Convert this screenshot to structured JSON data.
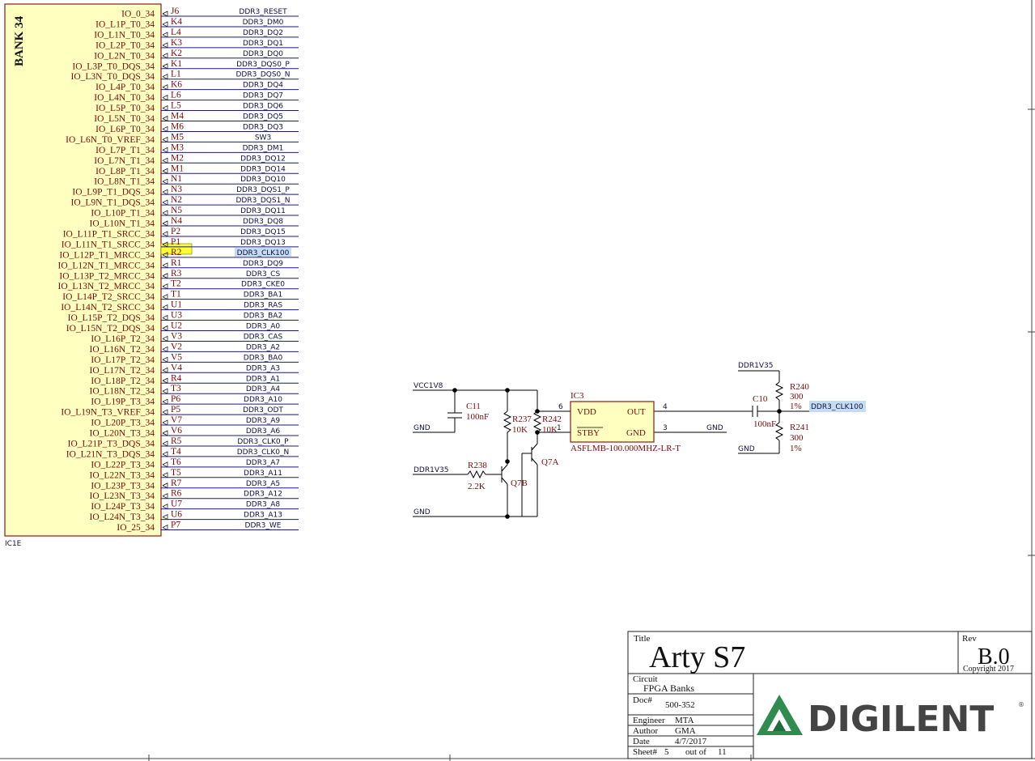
{
  "bank": {
    "title": "BANK 34",
    "ref": "IC1E",
    "pins": [
      {
        "name": "IO_0_34",
        "num": "J6",
        "net": "DDR3_RESET"
      },
      {
        "name": "IO_L1P_T0_34",
        "num": "K4",
        "net": "DDR3_DM0"
      },
      {
        "name": "IO_L1N_T0_34",
        "num": "L4",
        "net": "DDR3_DQ2"
      },
      {
        "name": "IO_L2P_T0_34",
        "num": "K3",
        "net": "DDR3_DQ1"
      },
      {
        "name": "IO_L2N_T0_34",
        "num": "K2",
        "net": "DDR3_DQ0"
      },
      {
        "name": "IO_L3P_T0_DQS_34",
        "num": "K1",
        "net": "DDR3_DQS0_P"
      },
      {
        "name": "IO_L3N_T0_DQS_34",
        "num": "L1",
        "net": "DDR3_DQS0_N"
      },
      {
        "name": "IO_L4P_T0_34",
        "num": "K6",
        "net": "DDR3_DQ4"
      },
      {
        "name": "IO_L4N_T0_34",
        "num": "L6",
        "net": "DDR3_DQ7"
      },
      {
        "name": "IO_L5P_T0_34",
        "num": "L5",
        "net": "DDR3_DQ6"
      },
      {
        "name": "IO_L5N_T0_34",
        "num": "M4",
        "net": "DDR3_DQ5"
      },
      {
        "name": "IO_L6P_T0_34",
        "num": "M6",
        "net": "DDR3_DQ3"
      },
      {
        "name": "IO_L6N_T0_VREF_34",
        "num": "M5",
        "net": "SW3"
      },
      {
        "name": "IO_L7P_T1_34",
        "num": "M3",
        "net": "DDR3_DM1"
      },
      {
        "name": "IO_L7N_T1_34",
        "num": "M2",
        "net": "DDR3_DQ12"
      },
      {
        "name": "IO_L8P_T1_34",
        "num": "M1",
        "net": "DDR3_DQ14"
      },
      {
        "name": "IO_L8N_T1_34",
        "num": "N1",
        "net": "DDR3_DQ10"
      },
      {
        "name": "IO_L9P_T1_DQS_34",
        "num": "N3",
        "net": "DDR3_DQS1_P"
      },
      {
        "name": "IO_L9N_T1_DQS_34",
        "num": "N2",
        "net": "DDR3_DQS1_N"
      },
      {
        "name": "IO_L10P_T1_34",
        "num": "N5",
        "net": "DDR3_DQ11"
      },
      {
        "name": "IO_L10N_T1_34",
        "num": "N4",
        "net": "DDR3_DQ8"
      },
      {
        "name": "IO_L11P_T1_SRCC_34",
        "num": "P2",
        "net": "DDR3_DQ15"
      },
      {
        "name": "IO_L11N_T1_SRCC_34",
        "num": "P1",
        "net": "DDR3_DQ13"
      },
      {
        "name": "IO_L12P_T1_MRCC_34",
        "num": "R2",
        "net": "DDR3_CLK100"
      },
      {
        "name": "IO_L12N_T1_MRCC_34",
        "num": "R1",
        "net": "DDR3_DQ9"
      },
      {
        "name": "IO_L13P_T2_MRCC_34",
        "num": "R3",
        "net": "DDR3_CS"
      },
      {
        "name": "IO_L13N_T2_MRCC_34",
        "num": "T2",
        "net": "DDR3_CKE0"
      },
      {
        "name": "IO_L14P_T2_SRCC_34",
        "num": "T1",
        "net": "DDR3_BA1"
      },
      {
        "name": "IO_L14N_T2_SRCC_34",
        "num": "U1",
        "net": "DDR3_RAS"
      },
      {
        "name": "IO_L15P_T2_DQS_34",
        "num": "U3",
        "net": "DDR3_BA2"
      },
      {
        "name": "IO_L15N_T2_DQS_34",
        "num": "U2",
        "net": "DDR3_A0"
      },
      {
        "name": "IO_L16P_T2_34",
        "num": "V3",
        "net": "DDR3_CAS"
      },
      {
        "name": "IO_L16N_T2_34",
        "num": "V2",
        "net": "DDR3_A2"
      },
      {
        "name": "IO_L17P_T2_34",
        "num": "V5",
        "net": "DDR3_BA0"
      },
      {
        "name": "IO_L17N_T2_34",
        "num": "V4",
        "net": "DDR3_A3"
      },
      {
        "name": "IO_L18P_T2_34",
        "num": "R4",
        "net": "DDR3_A1"
      },
      {
        "name": "IO_L18N_T2_34",
        "num": "T3",
        "net": "DDR3_A4"
      },
      {
        "name": "IO_L19P_T3_34",
        "num": "P6",
        "net": "DDR3_A10"
      },
      {
        "name": "IO_L19N_T3_VREF_34",
        "num": "P5",
        "net": "DDR3_ODT"
      },
      {
        "name": "IO_L20P_T3_34",
        "num": "V7",
        "net": "DDR3_A9"
      },
      {
        "name": "IO_L20N_T3_34",
        "num": "V6",
        "net": "DDR3_A6"
      },
      {
        "name": "IO_L21P_T3_DQS_34",
        "num": "R5",
        "net": "DDR3_CLK0_P"
      },
      {
        "name": "IO_L21N_T3_DQS_34",
        "num": "T4",
        "net": "DDR3_CLK0_N"
      },
      {
        "name": "IO_L22P_T3_34",
        "num": "T6",
        "net": "DDR3_A7"
      },
      {
        "name": "IO_L22N_T3_34",
        "num": "T5",
        "net": "DDR3_A11"
      },
      {
        "name": "IO_L23P_T3_34",
        "num": "R7",
        "net": "DDR3_A5"
      },
      {
        "name": "IO_L23N_T3_34",
        "num": "R6",
        "net": "DDR3_A12"
      },
      {
        "name": "IO_L24P_T3_34",
        "num": "U7",
        "net": "DDR3_A8"
      },
      {
        "name": "IO_L24N_T3_34",
        "num": "U6",
        "net": "DDR3_A13"
      },
      {
        "name": "IO_25_34",
        "num": "P7",
        "net": "DDR3_WE"
      }
    ]
  },
  "osc": {
    "vcc": "VCC1V8",
    "gnd1": "GND",
    "ddr1v35": "DDR1V35",
    "gnd2": "GND",
    "c11": "C11",
    "c11v": "100nF",
    "r237": "R237",
    "r237v": "10K",
    "r242": "R242",
    "r242v": "10K",
    "r238": "R238",
    "r238v": "2.2K",
    "q7a": "Q7A",
    "q7b": "Q7B",
    "ic3": "IC3",
    "vdd": "VDD",
    "out": "OUT",
    "stby": "STBY",
    "gndpin": "GND",
    "p6": "6",
    "p1": "1",
    "p4": "4",
    "p3": "3",
    "gnd3": "GND",
    "part": "ASFLMB-100.000MHZ-LR-T",
    "top_rail": "DDR1V35",
    "r240": "R240",
    "r240v": "300",
    "r240t": "1%",
    "c10": "C10",
    "c10v": "100nF",
    "r241": "R241",
    "r241v": "300",
    "r241t": "1%",
    "gnd4": "GND",
    "netlabel": "DDR3_CLK100"
  },
  "titleblock": {
    "title_label": "Title",
    "title": "Arty S7",
    "rev_label": "Rev",
    "rev": "B.0",
    "copyright": "Copyright  2017",
    "circuit_label": "Circuit",
    "circuit": "FPGA Banks",
    "doc_label": "Doc#",
    "doc": "500-352",
    "engineer_label": "Engineer",
    "engineer": "MTA",
    "author_label": "Author",
    "author": "GMA",
    "date_label": "Date",
    "date": "4/7/2017",
    "sheet_label": "Sheet#",
    "sheet": "5",
    "outof_label": "out of",
    "total": "11",
    "logo": "DIGILENT"
  }
}
